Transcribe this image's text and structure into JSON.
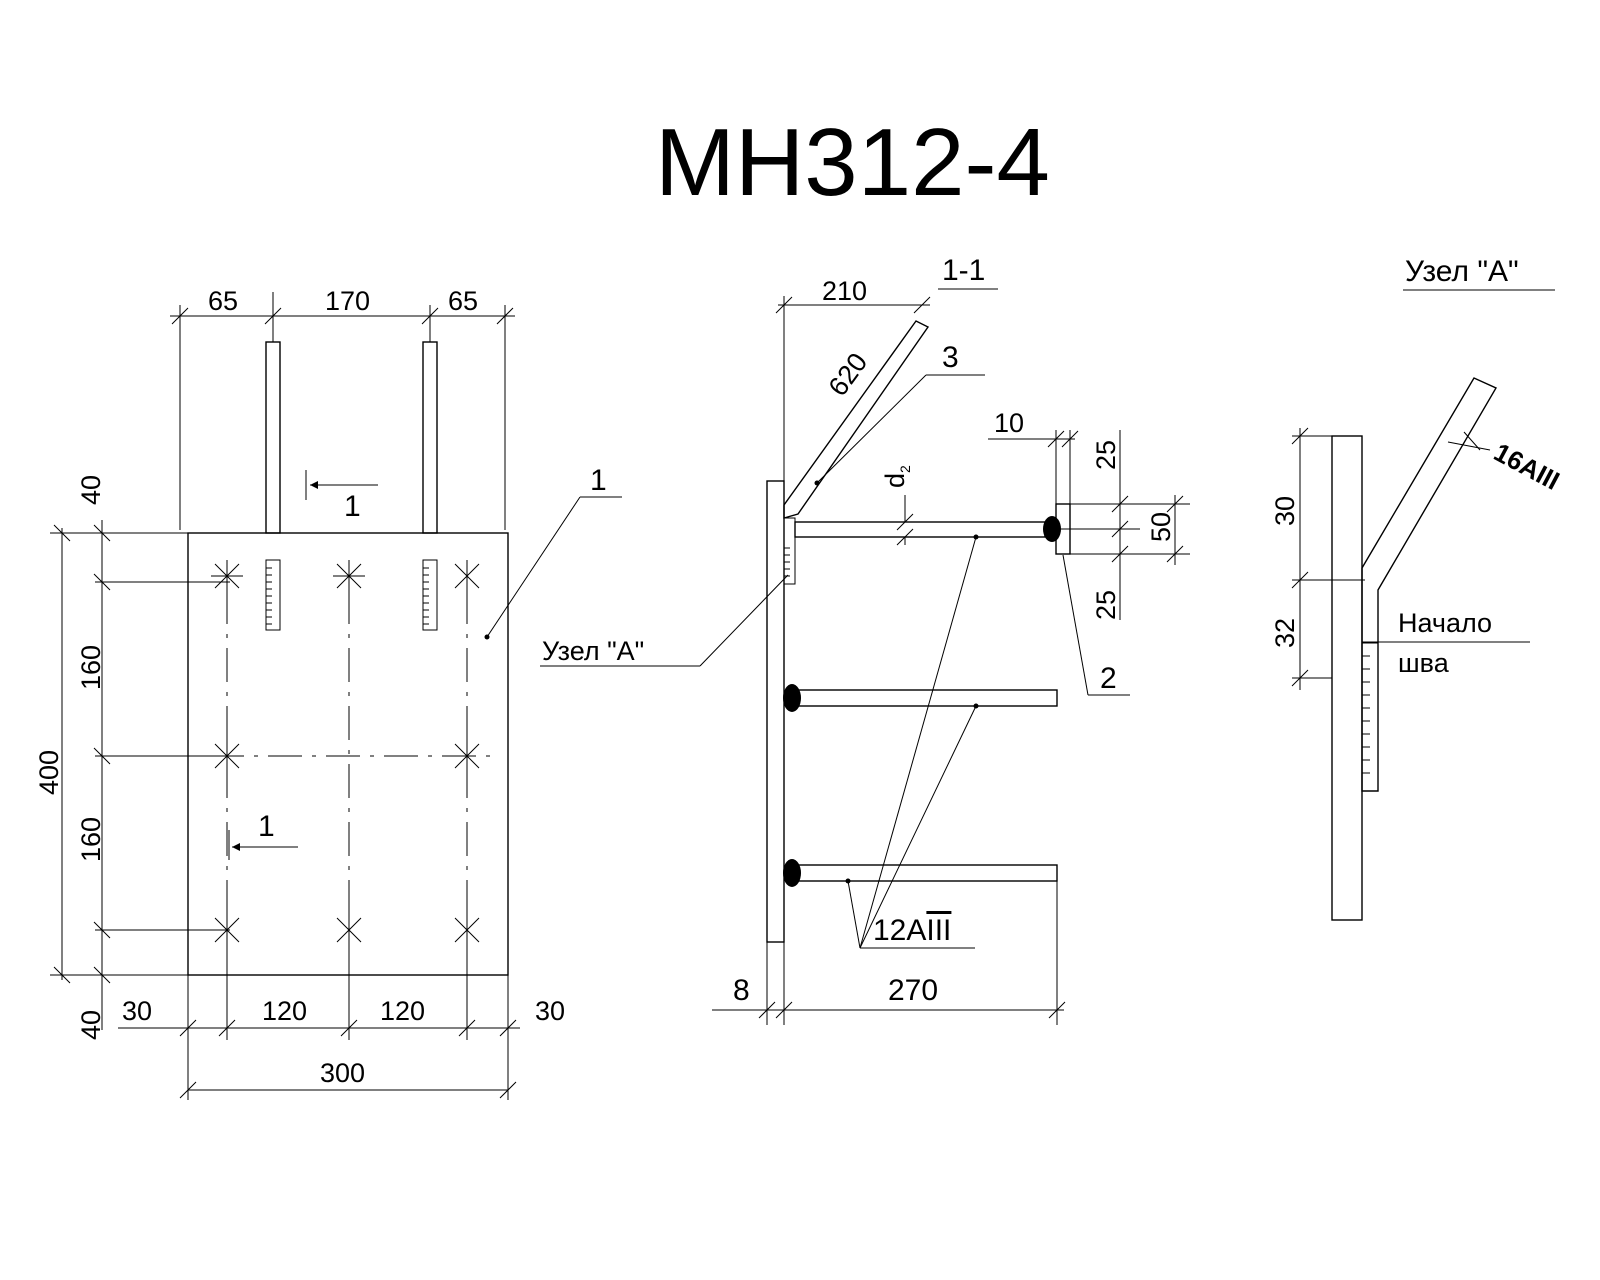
{
  "title": "МН312-4",
  "plan_view": {
    "dimensions": {
      "top_left": "65",
      "top_middle": "170",
      "top_right": "65",
      "left_top_edge": "40",
      "left_upper": "160",
      "left_total": "400",
      "left_lower": "160",
      "left_bottom_edge": "40",
      "bottom_left_edge": "30",
      "bottom_left": "120",
      "bottom_right": "120",
      "bottom_right_edge": "30",
      "bottom_total": "300"
    },
    "section_mark_top": "1",
    "section_mark_bottom": "1",
    "callout_plate": "1"
  },
  "section_view": {
    "title": "1-1",
    "dimensions": {
      "top_width": "210",
      "anchor_length": "620",
      "nut_gap": "10",
      "upper_offset": "25",
      "nut_height": "50",
      "lower_offset": "25",
      "plate_thickness": "8",
      "rod_length": "270"
    },
    "rod_diameter_main": "d",
    "rod_diameter_sub": "2",
    "callout_anchor": "3",
    "callout_nut": "2",
    "node_label": "Узел \"А\"",
    "rebar_prefix": "12A",
    "rebar_class": "III"
  },
  "node_detail": {
    "title": "Узел \"А\"",
    "dim_upper": "30",
    "dim_lower": "32",
    "rebar_label": "16AIII",
    "weld_start_line1": "Начало",
    "weld_start_line2": "шва"
  }
}
